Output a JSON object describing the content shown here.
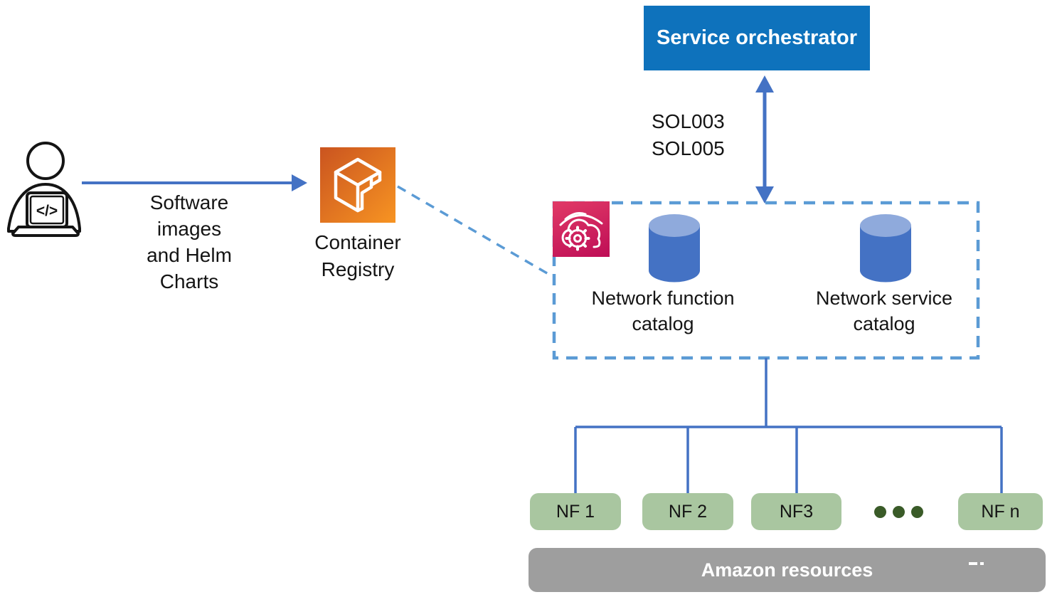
{
  "developer": {
    "code_glyph": "</>"
  },
  "software_flow_label": {
    "line1": "Software",
    "line2": "images",
    "line3": "and Helm",
    "line4": "Charts"
  },
  "container_registry": {
    "line1": "Container",
    "line2": "Registry"
  },
  "service_orchestrator": {
    "label": "Service orchestrator"
  },
  "sol_interface": {
    "line1": "SOL003",
    "line2": "SOL005"
  },
  "network_function_catalog": {
    "line1": "Network function",
    "line2": "catalog"
  },
  "network_service_catalog": {
    "line1": "Network service",
    "line2": "catalog"
  },
  "network_functions": {
    "nf1": "NF 1",
    "nf2": "NF 2",
    "nf3": "NF3",
    "nfn": "NF n"
  },
  "amazon_resources": {
    "label": "Amazon resources"
  },
  "colors": {
    "arrow_blue": "#4472C4",
    "dashed_blue": "#5B9BD5",
    "orchestrator_bg": "#0E72BC",
    "registry_gradient_start": "#CA5420",
    "registry_gradient_end": "#F79422",
    "tnb_gradient_start": "#E13A67",
    "tnb_gradient_end": "#BE0E56",
    "cylinder_body": "#4472C4",
    "cylinder_top": "#8FAADC",
    "nf_box_green": "#A9C6A0",
    "ellipsis_dot_green": "#3A5B28",
    "resources_gray": "#9E9E9E"
  }
}
